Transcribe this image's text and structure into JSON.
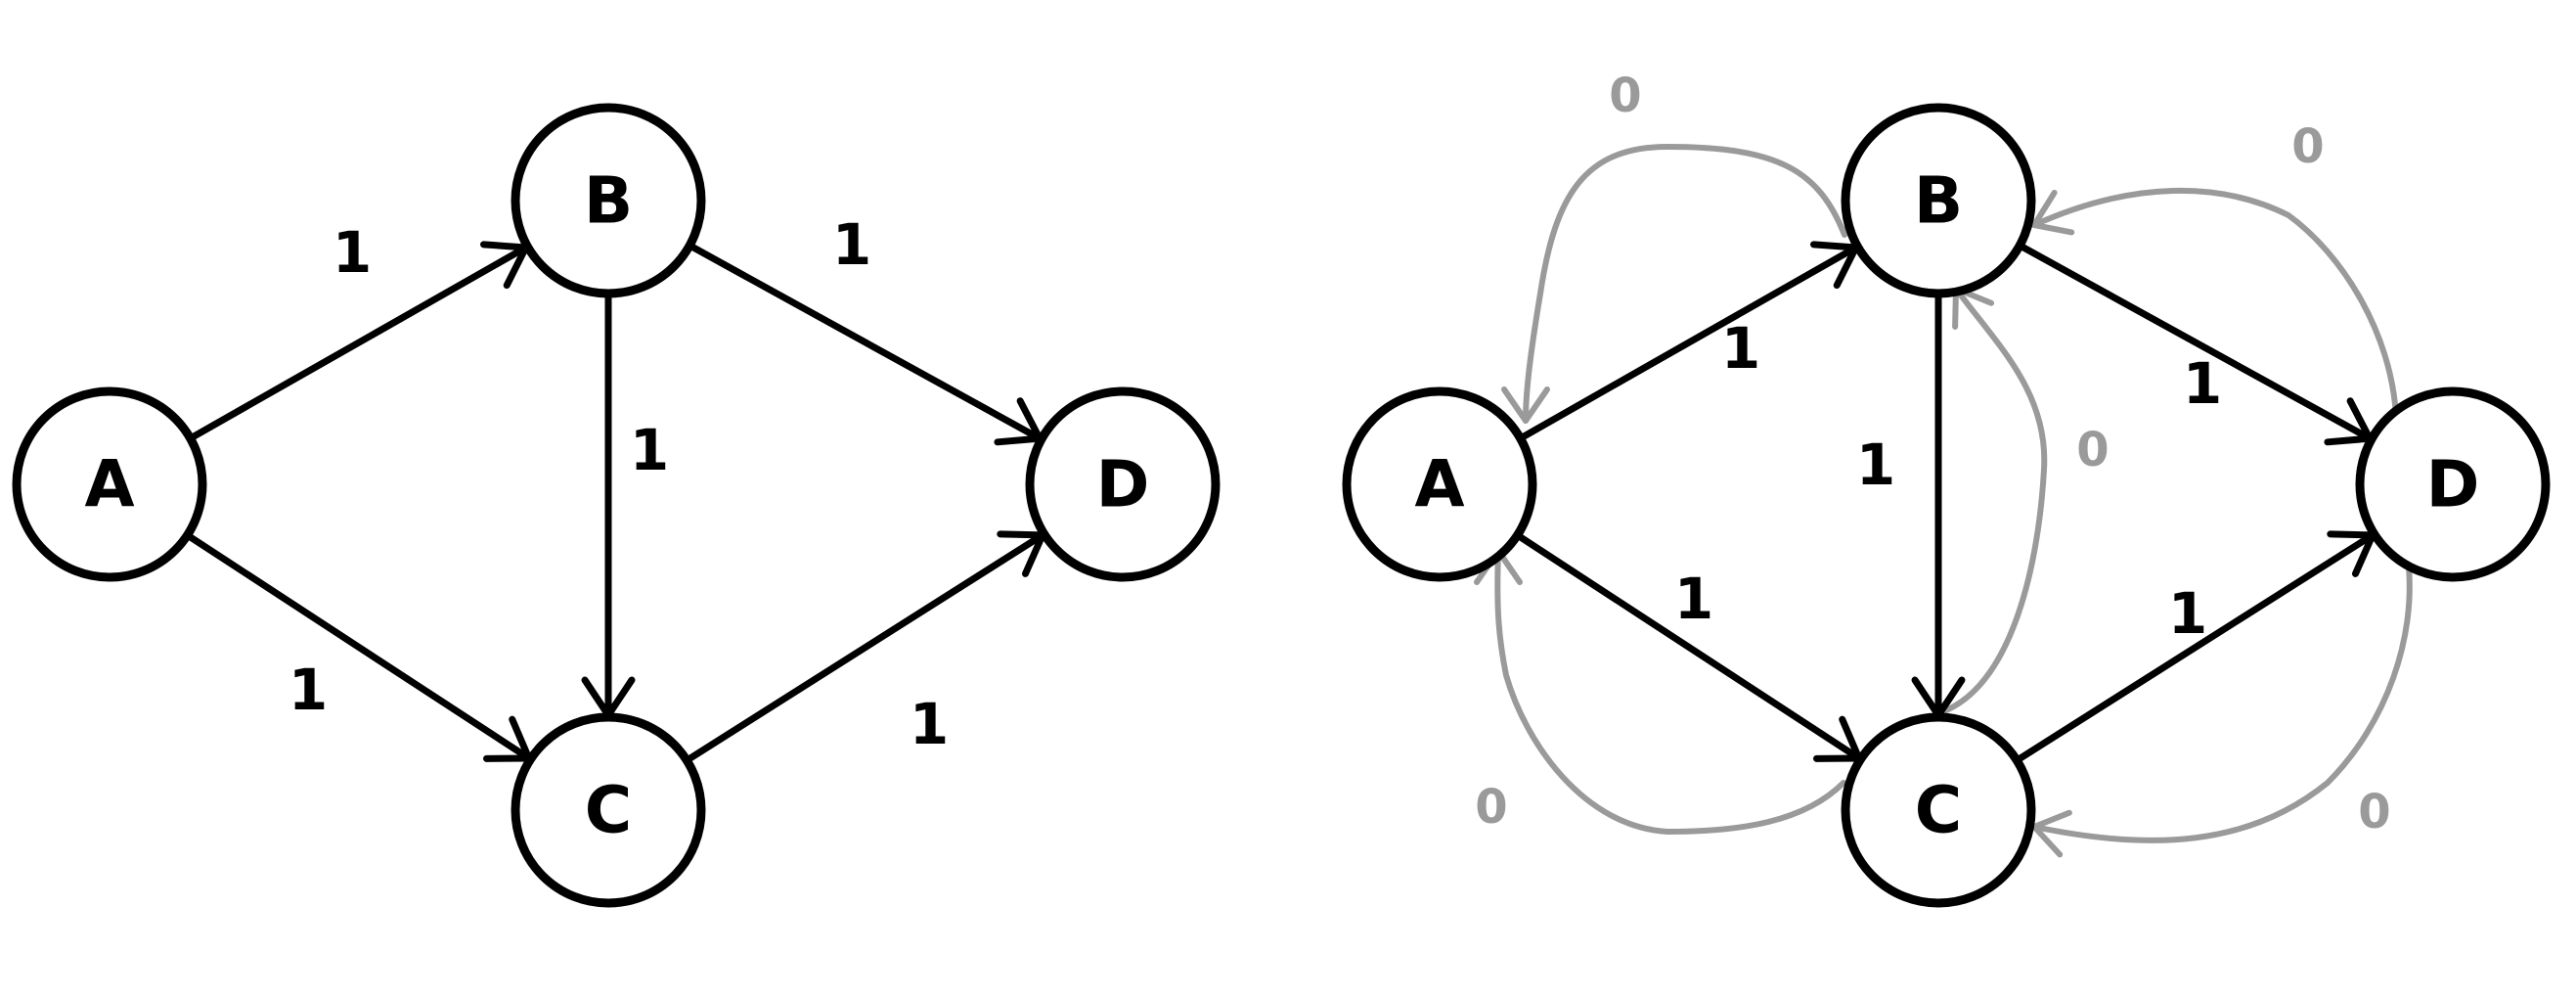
{
  "graphs": [
    {
      "id": "left",
      "nodes": [
        {
          "id": "A",
          "label": "A"
        },
        {
          "id": "B",
          "label": "B"
        },
        {
          "id": "C",
          "label": "C"
        },
        {
          "id": "D",
          "label": "D"
        }
      ],
      "edges": [
        {
          "from": "A",
          "to": "B",
          "label": "1"
        },
        {
          "from": "A",
          "to": "C",
          "label": "1"
        },
        {
          "from": "B",
          "to": "C",
          "label": "1"
        },
        {
          "from": "B",
          "to": "D",
          "label": "1"
        },
        {
          "from": "C",
          "to": "D",
          "label": "1"
        }
      ],
      "residual_edges": []
    },
    {
      "id": "right",
      "nodes": [
        {
          "id": "A",
          "label": "A"
        },
        {
          "id": "B",
          "label": "B"
        },
        {
          "id": "C",
          "label": "C"
        },
        {
          "id": "D",
          "label": "D"
        }
      ],
      "edges": [
        {
          "from": "A",
          "to": "B",
          "label": "1"
        },
        {
          "from": "A",
          "to": "C",
          "label": "1"
        },
        {
          "from": "B",
          "to": "C",
          "label": "1"
        },
        {
          "from": "B",
          "to": "D",
          "label": "1"
        },
        {
          "from": "C",
          "to": "D",
          "label": "1"
        }
      ],
      "residual_edges": [
        {
          "from": "B",
          "to": "A",
          "label": "0"
        },
        {
          "from": "C",
          "to": "A",
          "label": "0"
        },
        {
          "from": "C",
          "to": "B",
          "label": "0"
        },
        {
          "from": "D",
          "to": "B",
          "label": "0"
        },
        {
          "from": "D",
          "to": "C",
          "label": "0"
        }
      ]
    }
  ],
  "colors": {
    "edge": "#000000",
    "residual": "#9a9a9a",
    "background": "#ffffff"
  }
}
